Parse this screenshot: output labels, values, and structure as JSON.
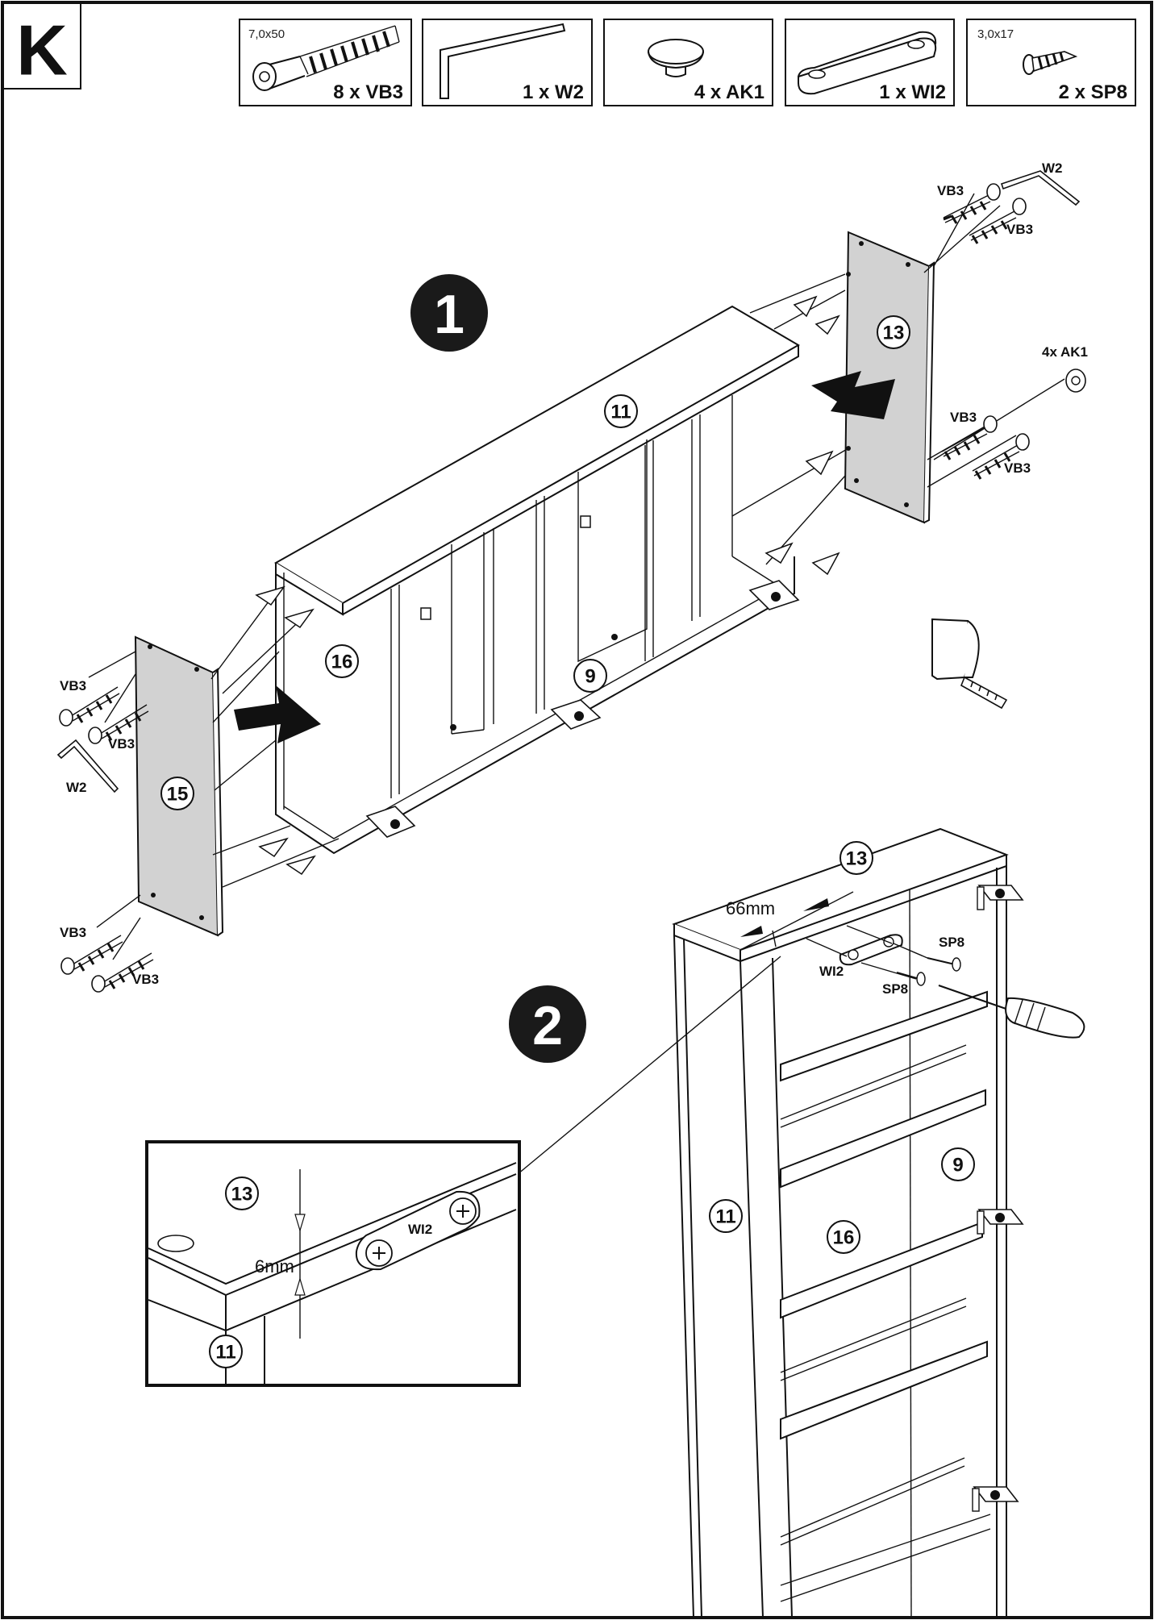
{
  "page": {
    "letter": "K"
  },
  "parts": [
    {
      "spec": "7,0x50",
      "qty": "8 x VB3",
      "icon": "cam-bolt-icon"
    },
    {
      "spec": "",
      "qty": "1 x W2",
      "icon": "allen-key-icon"
    },
    {
      "spec": "",
      "qty": "4 x AK1",
      "icon": "cover-cap-icon"
    },
    {
      "spec": "",
      "qty": "1 x WI2",
      "icon": "connector-plate-icon"
    },
    {
      "spec": "3,0x17",
      "qty": "2 x SP8",
      "icon": "wood-screw-icon"
    }
  ],
  "steps": [
    {
      "number": "1"
    },
    {
      "number": "2"
    }
  ],
  "step1": {
    "callouts": {
      "p11": "11",
      "p13": "13",
      "p15": "15",
      "p16": "16",
      "p9": "9"
    },
    "labels": {
      "vb3": "VB3",
      "w2": "W2",
      "ak1": "4x AK1"
    }
  },
  "step2": {
    "callouts": {
      "p13": "13",
      "p11": "11",
      "p16": "16",
      "p9": "9"
    },
    "labels": {
      "wi2": "WI2",
      "sp8": "SP8"
    },
    "dimension": "66mm"
  },
  "detail": {
    "callouts": {
      "p13": "13",
      "p11": "11"
    },
    "label": "WI2",
    "dimension": "6mm"
  },
  "colors": {
    "panel_fill": "#d2d2d2",
    "ink": "#111111",
    "step_badge": "#1a1a1a"
  }
}
